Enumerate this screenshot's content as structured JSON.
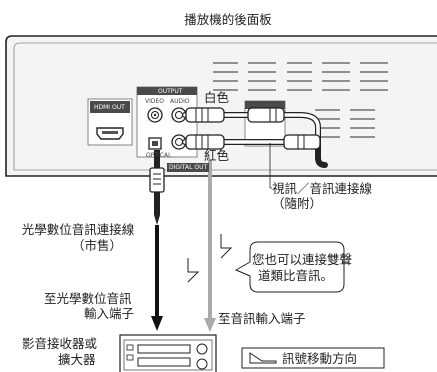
{
  "diagram": {
    "title": "播放機的後面板",
    "panel_labels": {
      "hdmi_out": "HDMI OUT",
      "output": "OUTPUT",
      "video": "VIDEO",
      "audio": "AUDIO",
      "optical": "OPTICAL",
      "digital_out": "DIGITAL OUT"
    },
    "labels": {
      "white": "白色",
      "red": "紅色",
      "av_cable_line1": "視訊／音訊連接線",
      "av_cable_line2": "（隨附）",
      "optical_cable_line1": "光學數位音訊連接線",
      "optical_cable_line2": "（市售）",
      "optical_input_line1": "至光學數位音訊",
      "optical_input_line2": "輸入端子",
      "audio_input": "至音訊輸入端子",
      "receiver_line1": "影音接收器或",
      "receiver_line2": "擴大器",
      "signal_direction": "訊號移動方向"
    },
    "callout": {
      "line1": "您也可以連接雙聲",
      "line2": "道類比音訊。"
    }
  }
}
